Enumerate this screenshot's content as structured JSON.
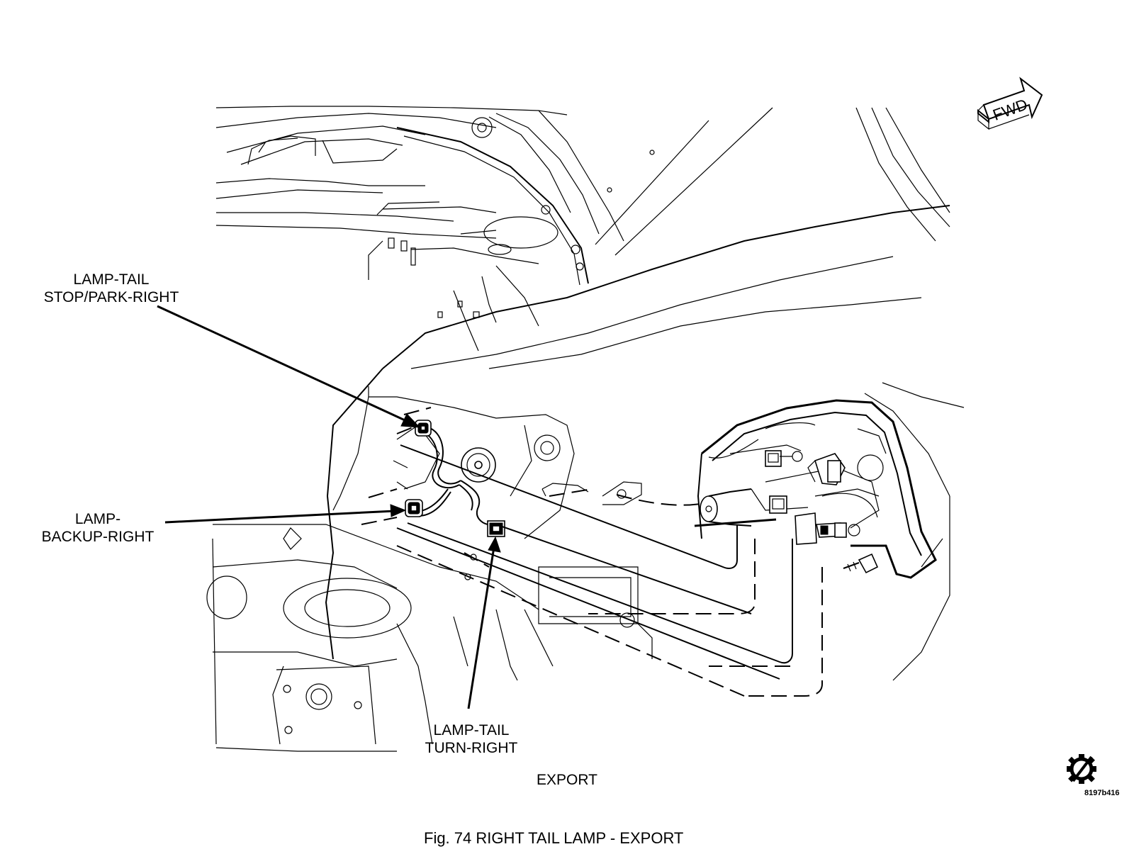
{
  "labels": {
    "stop_park": [
      "LAMP-TAIL",
      "STOP/PARK-RIGHT"
    ],
    "backup": [
      "LAMP-",
      "BACKUP-RIGHT"
    ],
    "turn": [
      "LAMP-TAIL",
      "TURN-RIGHT"
    ]
  },
  "variant_label": "EXPORT",
  "fwd_arrow_text": "FWD",
  "figure_caption": "Fig. 74   RIGHT TAIL LAMP  - EXPORT",
  "figure_code": "8197b416",
  "icons": {
    "fwd": "fwd-arrow-icon",
    "service": "gear-service-icon"
  }
}
